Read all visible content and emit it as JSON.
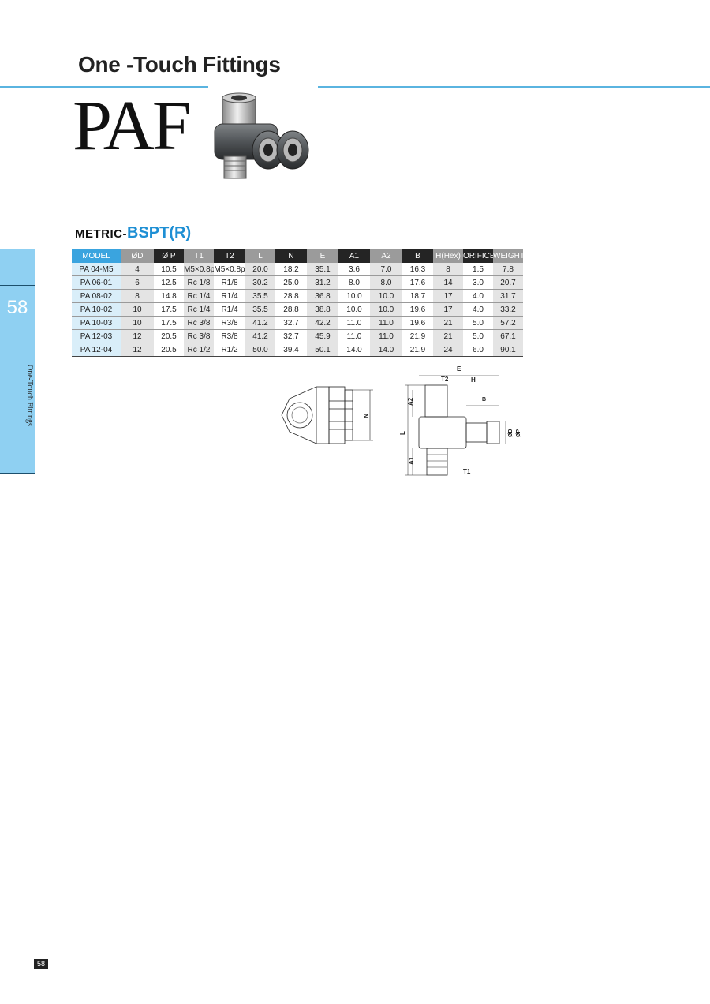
{
  "header": {
    "title": "One -Touch Fittings",
    "product_code": "PAF"
  },
  "side_tab": {
    "page_number": "58",
    "label": "One-Touch Fittings"
  },
  "section": {
    "title_prefix": "METRIC-",
    "title_suffix": "BSPT(R)"
  },
  "table": {
    "columns": [
      "MODEL",
      "ØD",
      "Ø P",
      "T1",
      "T2",
      "L",
      "N",
      "E",
      "A1",
      "A2",
      "B",
      "H(Hex)",
      "ORIFICE",
      "WEIGHT(g)"
    ],
    "rows": [
      [
        "PA 04-M5",
        "4",
        "10.5",
        "M5×0.8p",
        "M5×0.8p",
        "20.0",
        "18.2",
        "35.1",
        "3.6",
        "7.0",
        "16.3",
        "8",
        "1.5",
        "7.8"
      ],
      [
        "PA 06-01",
        "6",
        "12.5",
        "Rc 1/8",
        "R1/8",
        "30.2",
        "25.0",
        "31.2",
        "8.0",
        "8.0",
        "17.6",
        "14",
        "3.0",
        "20.7"
      ],
      [
        "PA 08-02",
        "8",
        "14.8",
        "Rc 1/4",
        "R1/4",
        "35.5",
        "28.8",
        "36.8",
        "10.0",
        "10.0",
        "18.7",
        "17",
        "4.0",
        "31.7"
      ],
      [
        "PA 10-02",
        "10",
        "17.5",
        "Rc 1/4",
        "R1/4",
        "35.5",
        "28.8",
        "38.8",
        "10.0",
        "10.0",
        "19.6",
        "17",
        "4.0",
        "33.2"
      ],
      [
        "PA 10-03",
        "10",
        "17.5",
        "Rc 3/8",
        "R3/8",
        "41.2",
        "32.7",
        "42.2",
        "11.0",
        "11.0",
        "19.6",
        "21",
        "5.0",
        "57.2"
      ],
      [
        "PA 12-03",
        "12",
        "20.5",
        "Rc 3/8",
        "R3/8",
        "41.2",
        "32.7",
        "45.9",
        "11.0",
        "11.0",
        "21.9",
        "21",
        "5.0",
        "67.1"
      ],
      [
        "PA 12-04",
        "12",
        "20.5",
        "Rc 1/2",
        "R1/2",
        "50.0",
        "39.4",
        "50.1",
        "14.0",
        "14.0",
        "21.9",
        "24",
        "6.0",
        "90.1"
      ]
    ]
  },
  "drawing_labels": {
    "n": "N",
    "e": "E",
    "t2": "T2",
    "h": "H",
    "b": "B",
    "a2": "A2",
    "l": "L",
    "od": "ØD",
    "op": "ØP",
    "a1": "A1",
    "t1": "T1"
  },
  "footer": {
    "page_number": "58"
  },
  "colors": {
    "accent_blue": "#3aa4df",
    "side_tab": "#8fd0f2",
    "header_gray": "#9b9b9b",
    "header_dark": "#242424"
  }
}
